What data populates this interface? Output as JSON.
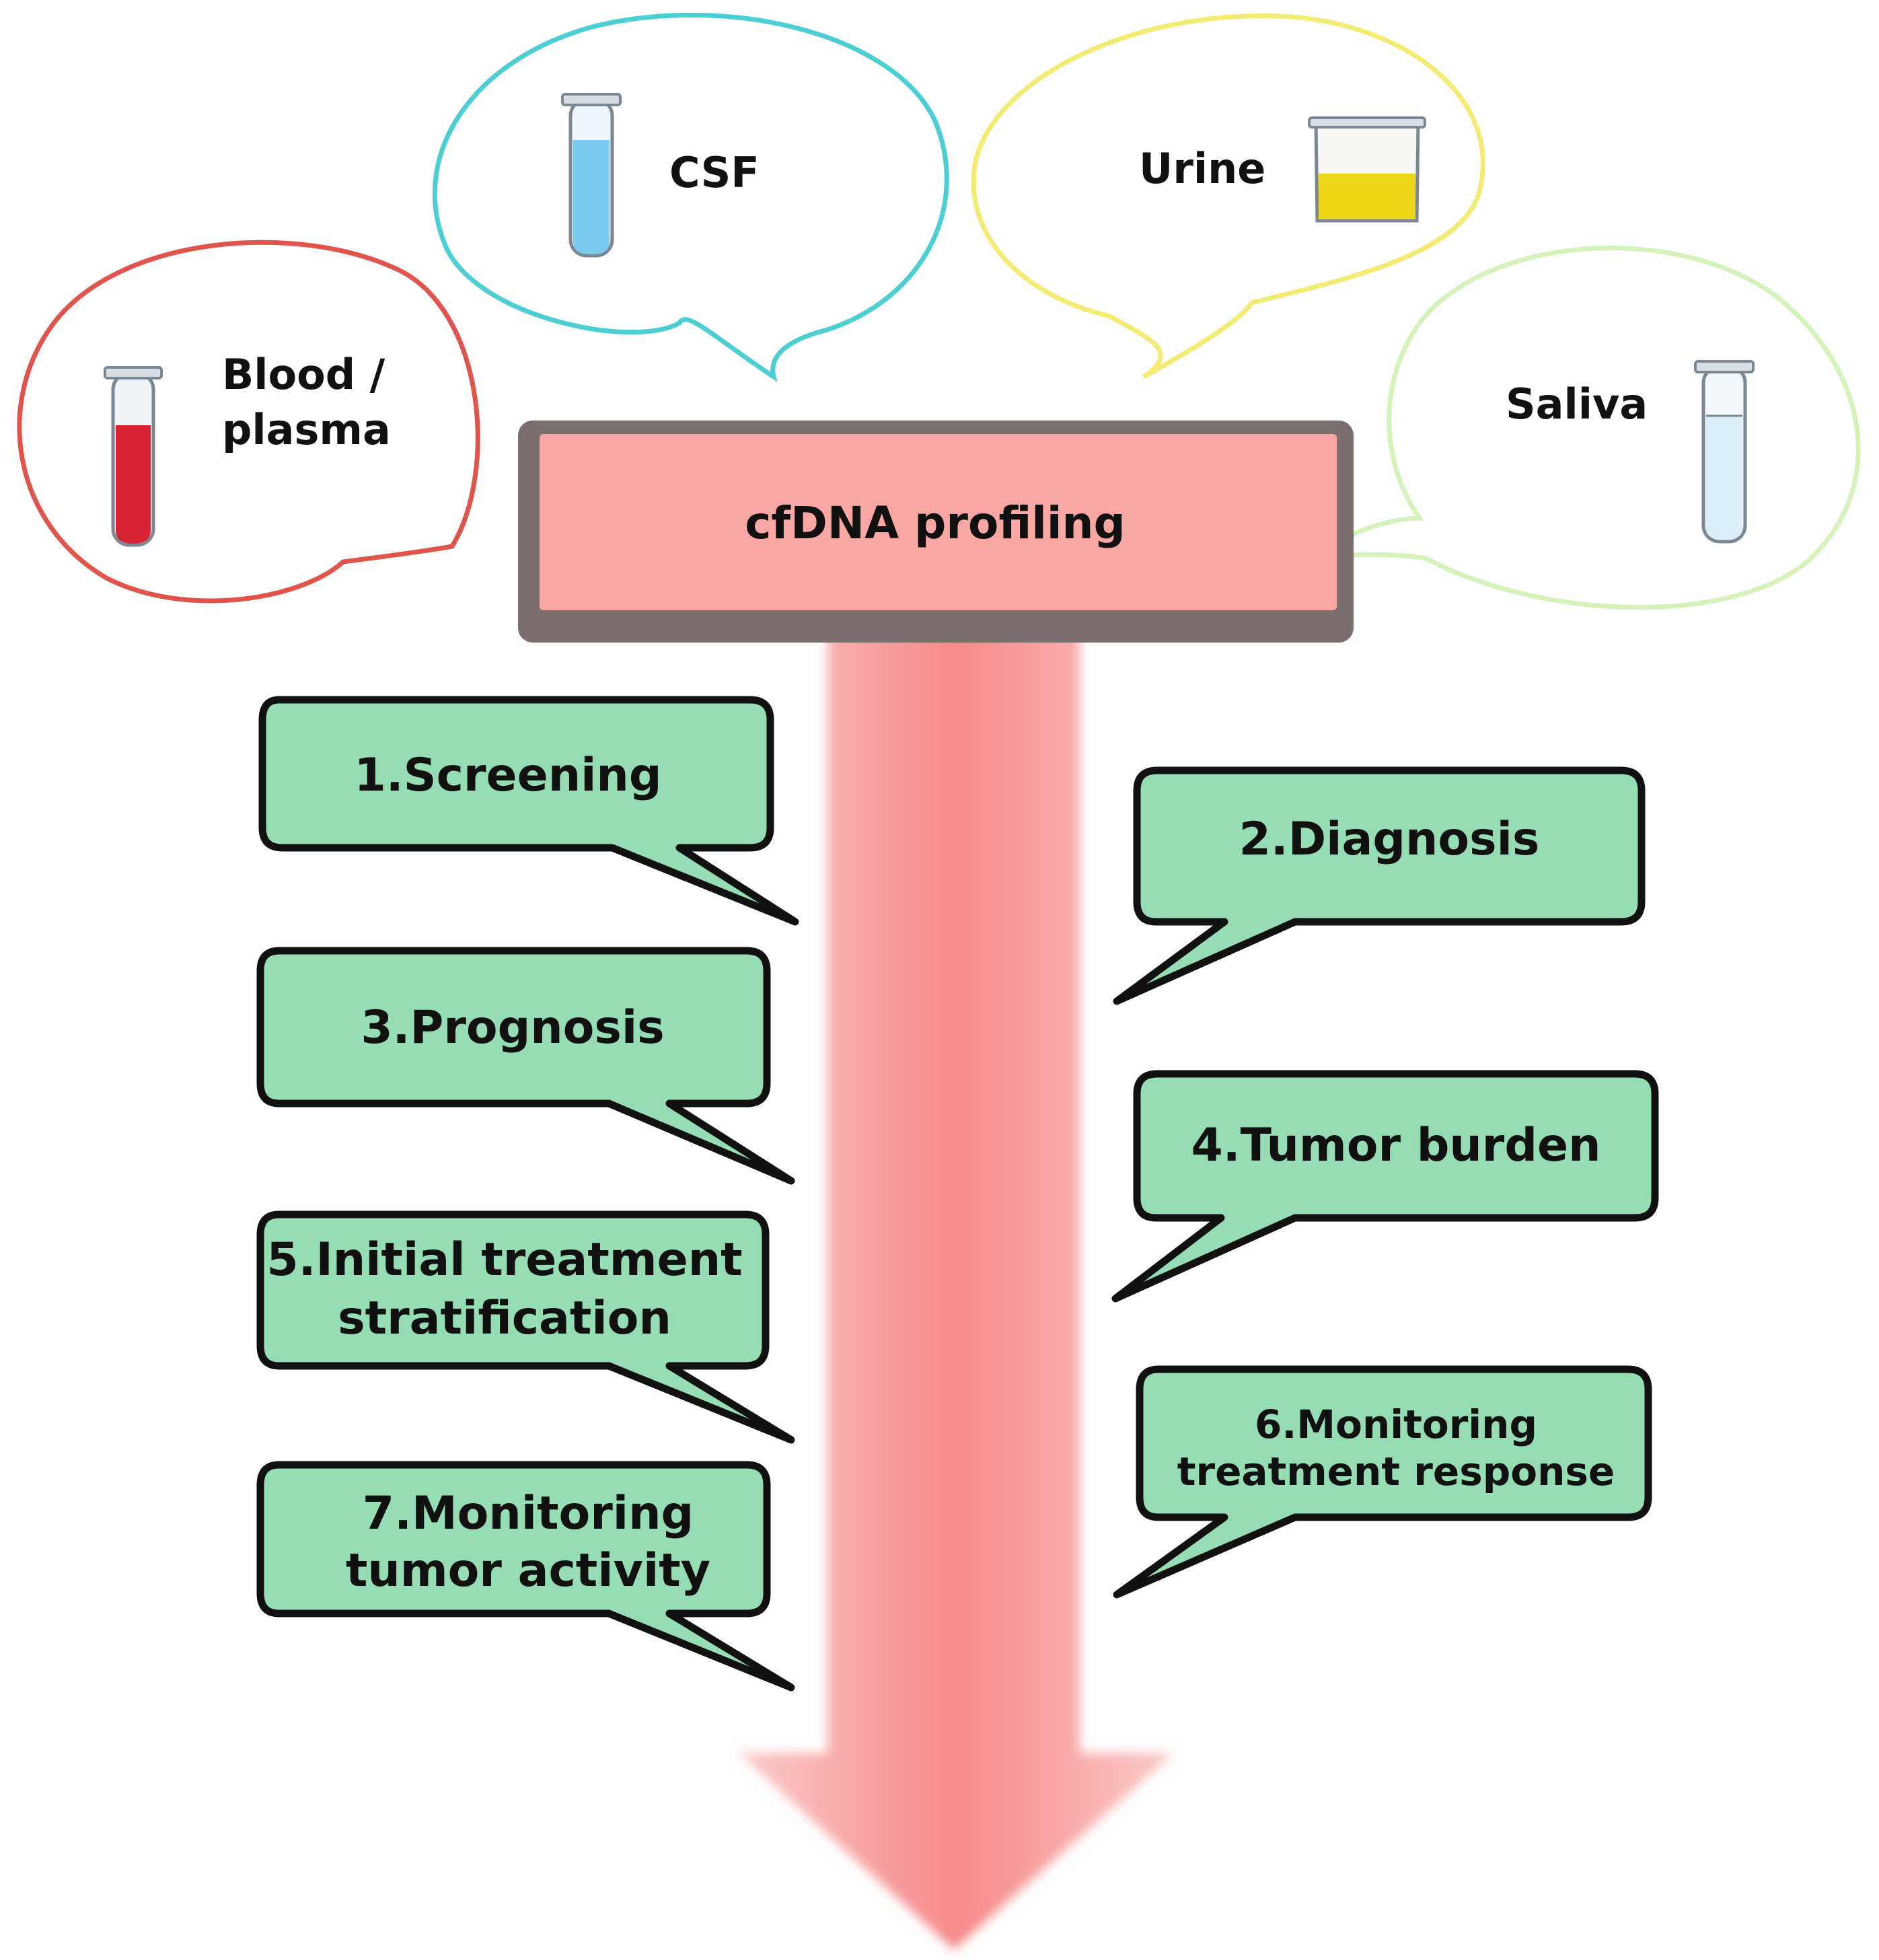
{
  "center": {
    "label": "cfDNA profiling"
  },
  "sources": [
    {
      "lines": [
        "Blood /",
        "plasma"
      ],
      "icon": "blood-tube-icon",
      "color": "#e0544b",
      "fill": "#d92232"
    },
    {
      "lines": [
        "CSF"
      ],
      "icon": "csf-tube-icon",
      "color": "#4ccfd2",
      "fill": "#7ccbf0"
    },
    {
      "lines": [
        "Urine"
      ],
      "icon": "urine-beaker-icon",
      "color": "#f2ec73",
      "fill": "#ecd818"
    },
    {
      "lines": [
        "Saliva"
      ],
      "icon": "saliva-tube-icon",
      "color": "#d6f2bb",
      "fill": "#dceef8"
    }
  ],
  "applications": [
    {
      "lines": [
        "1.Screening"
      ]
    },
    {
      "lines": [
        "2.Diagnosis"
      ]
    },
    {
      "lines": [
        "3.Prognosis"
      ]
    },
    {
      "lines": [
        "4.Tumor burden"
      ]
    },
    {
      "lines": [
        "5.Initial treatment",
        "stratification"
      ]
    },
    {
      "lines": [
        "6.Monitoring",
        "treatment response"
      ]
    },
    {
      "lines": [
        "7.Monitoring",
        "tumor activity"
      ]
    }
  ],
  "colors": {
    "arrow": "#f6898b",
    "center_box": "#f8a7a4",
    "center_border": "#7a6e6e",
    "app_fill": "#96dcb4",
    "app_border": "#111111"
  }
}
